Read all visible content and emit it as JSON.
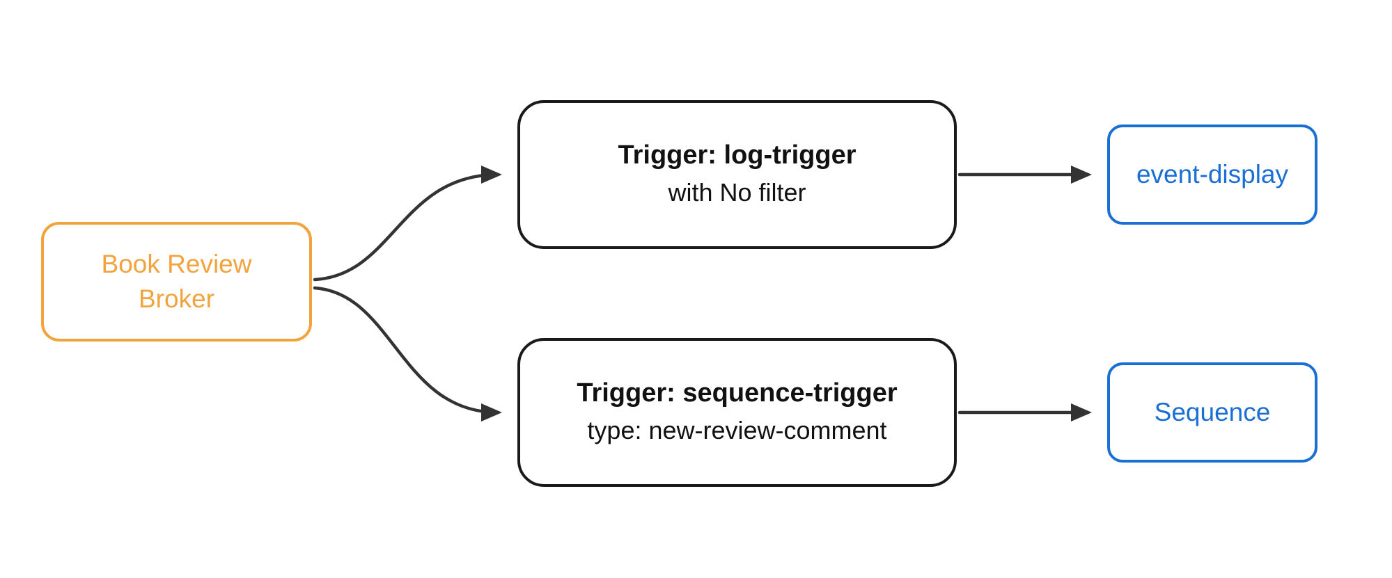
{
  "diagram": {
    "type": "flowchart",
    "direction": "left-to-right",
    "nodes": {
      "broker": {
        "label_line1": "Book Review",
        "label_line2": "Broker",
        "border_color": "#F2A33C",
        "text_color": "#F2A33C",
        "fill": "#ffffff"
      },
      "log_trigger": {
        "title": "Trigger: log-trigger",
        "subtitle": "with No filter",
        "border_color": "#1a1a1a",
        "text_color": "#111111",
        "fill": "#ffffff"
      },
      "sequence_trigger": {
        "title": "Trigger: sequence-trigger",
        "subtitle": "type: new-review-comment",
        "border_color": "#1a1a1a",
        "text_color": "#111111",
        "fill": "#ffffff"
      },
      "event_display": {
        "label": "event-display",
        "border_color": "#1A6FD4",
        "text_color": "#1A6FD4",
        "fill": "#ffffff"
      },
      "sequence": {
        "label": "Sequence",
        "border_color": "#1A6FD4",
        "text_color": "#1A6FD4",
        "fill": "#ffffff"
      }
    },
    "edges": [
      {
        "from": "broker",
        "to": "log_trigger",
        "style": "curved",
        "color": "#333333"
      },
      {
        "from": "broker",
        "to": "sequence_trigger",
        "style": "curved",
        "color": "#333333"
      },
      {
        "from": "log_trigger",
        "to": "event_display",
        "style": "straight",
        "color": "#333333"
      },
      {
        "from": "sequence_trigger",
        "to": "sequence",
        "style": "straight",
        "color": "#333333"
      }
    ],
    "edge_color": "#333333",
    "background_color": "#ffffff"
  }
}
